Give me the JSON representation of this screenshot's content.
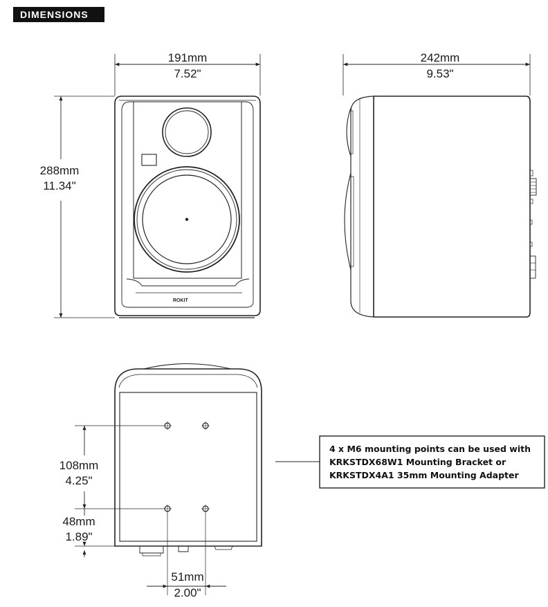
{
  "header": {
    "title": "DIMENSIONS"
  },
  "front_view": {
    "width_mm": "191mm",
    "width_in": "7.52\"",
    "height_mm": "288mm",
    "height_in": "11.34\"",
    "brand": "ROKIT"
  },
  "side_view": {
    "depth_mm": "242mm",
    "depth_in": "9.53\""
  },
  "bottom_view": {
    "spacing_v_mm": "108mm",
    "spacing_v_in": "4.25\"",
    "offset_mm": "48mm",
    "offset_in": "1.89\"",
    "spacing_h_mm": "51mm",
    "spacing_h_in": "2.00\""
  },
  "note": {
    "line1": "4 x M6 mounting points can be used with",
    "line2": "KRKSTDX68W1 Mounting Bracket or",
    "line3": "KRKSTDX4A1 35mm Mounting Adapter"
  }
}
